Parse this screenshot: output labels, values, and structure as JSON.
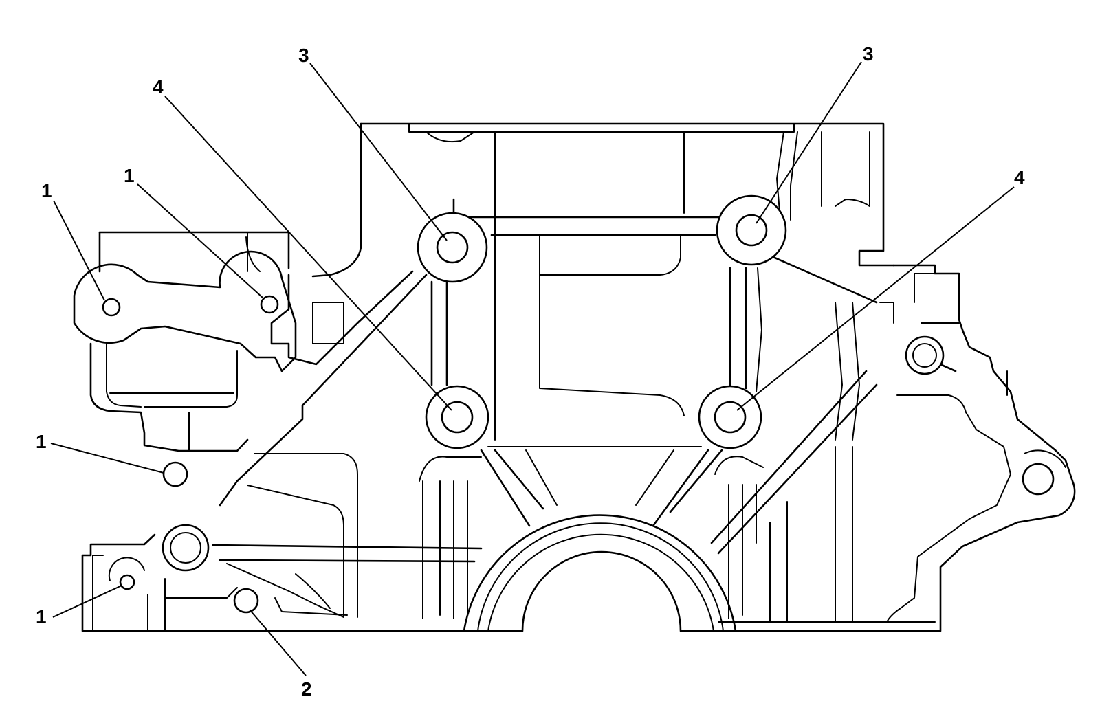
{
  "callouts": [
    {
      "label": "1"
    },
    {
      "label": "1"
    },
    {
      "label": "1"
    },
    {
      "label": "1"
    },
    {
      "label": "2"
    },
    {
      "label": "3"
    },
    {
      "label": "3"
    },
    {
      "label": "4"
    },
    {
      "label": "4"
    }
  ],
  "colors": {
    "line": "#000000",
    "background": "#ffffff"
  }
}
